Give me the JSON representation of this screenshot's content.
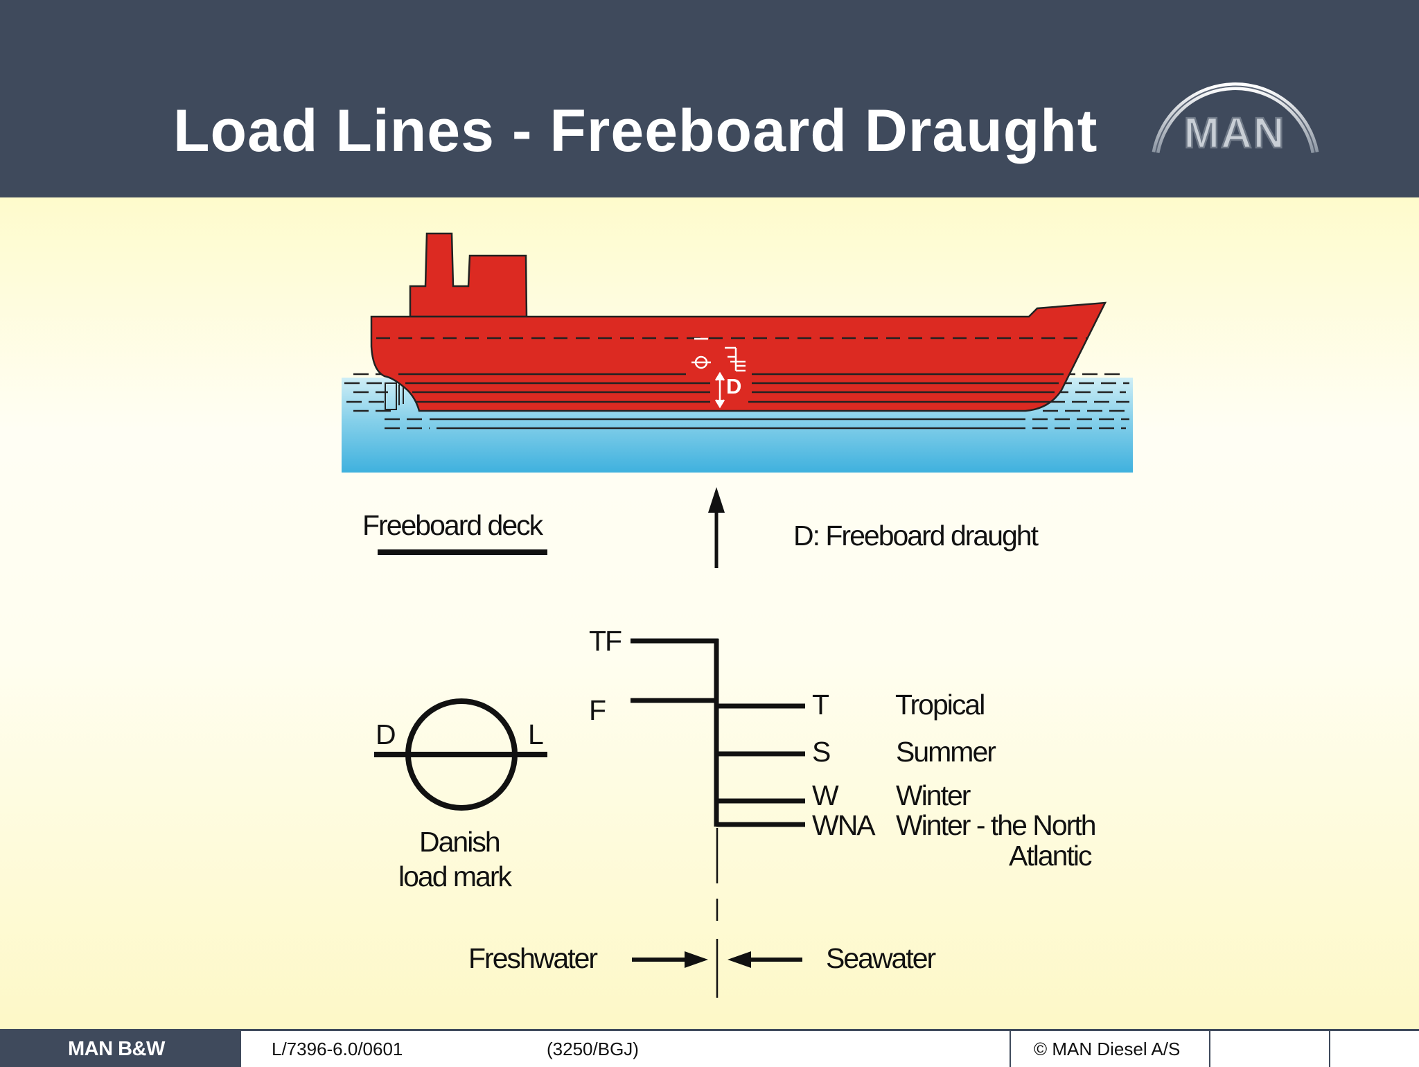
{
  "header": {
    "title": "Load Lines - Freeboard Draught",
    "logo_text": "MAN"
  },
  "ship": {
    "draught_marker": "D"
  },
  "legend": {
    "freeboard_deck": "Freeboard deck",
    "freeboard_draught": "D: Freeboard draught"
  },
  "danish_mark": {
    "left_letter": "D",
    "right_letter": "L",
    "caption_line1": "Danish",
    "caption_line2": "load mark"
  },
  "load_lines": {
    "freshwater_marks": [
      {
        "code": "TF"
      },
      {
        "code": "F"
      }
    ],
    "seawater_marks": [
      {
        "code": "T",
        "name": "Tropical"
      },
      {
        "code": "S",
        "name": "Summer"
      },
      {
        "code": "W",
        "name": "Winter"
      },
      {
        "code": "WNA",
        "name": "Winter - the North",
        "name_line2": "Atlantic"
      }
    ],
    "freshwater_label": "Freshwater",
    "seawater_label": "Seawater"
  },
  "footer": {
    "brand": "MAN B&W",
    "doc_code": "L/7396-6.0/0601",
    "ref": "(3250/BGJ)",
    "copyright": "© MAN Diesel A/S"
  },
  "colors": {
    "header_bg": "#3f4a5c",
    "hull_red": "#dc2a22",
    "water_blue": "#49b7de",
    "background_yellow": "#fefbcc"
  }
}
